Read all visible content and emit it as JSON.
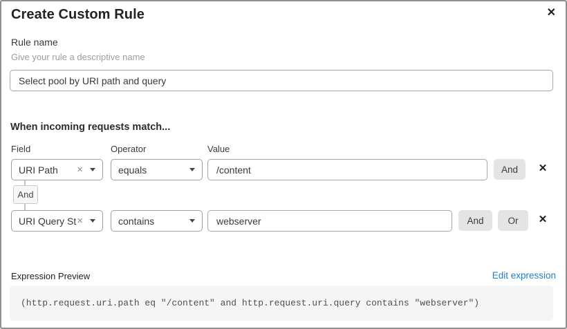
{
  "dialog": {
    "title": "Create Custom Rule"
  },
  "icons": {
    "close": "✕",
    "remove": "✕",
    "clear": "×"
  },
  "rule_name": {
    "label": "Rule name",
    "hint": "Give your rule a descriptive name",
    "value": "Select pool by URI path and query"
  },
  "match_section": {
    "heading": "When incoming requests match...",
    "columns": {
      "field": "Field",
      "operator": "Operator",
      "value": "Value"
    },
    "rows": [
      {
        "field": "URI Path",
        "operator": "equals",
        "value": "/content"
      },
      {
        "field": "URI Query St...",
        "operator": "contains",
        "value": "webserver"
      }
    ],
    "connector": "And",
    "and_label": "And",
    "or_label": "Or"
  },
  "expression": {
    "label": "Expression Preview",
    "edit_link": "Edit expression",
    "code": "(http.request.uri.path eq \"/content\" and http.request.uri.query contains \"webserver\")"
  },
  "colors": {
    "link_blue": "#2c7bbf",
    "button_gray": "#e4e4e4",
    "code_bg": "#f5f5f5"
  }
}
